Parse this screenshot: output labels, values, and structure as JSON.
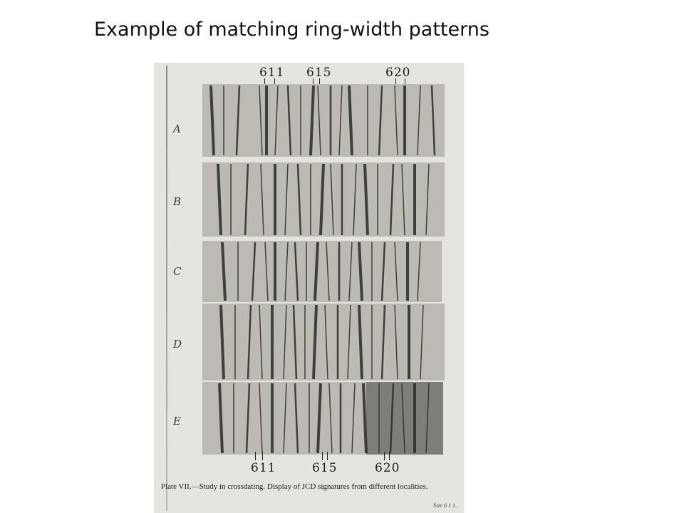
{
  "slide": {
    "title": "Example of matching ring-width  patterns"
  },
  "plate": {
    "top_years": [
      "611",
      "615",
      "620"
    ],
    "bottom_years": [
      "611",
      "615",
      "620"
    ],
    "rows": [
      "A",
      "B",
      "C",
      "D",
      "E"
    ],
    "caption": "Plate VII.—Study in crossdating.  Display of JCD signatures from different localities.",
    "signature_fragment": "Size 6 1 1.. ",
    "colors": {
      "wood": "#bdbab4",
      "ring": "#2a2a2a",
      "paper": "#e6e4df"
    }
  }
}
